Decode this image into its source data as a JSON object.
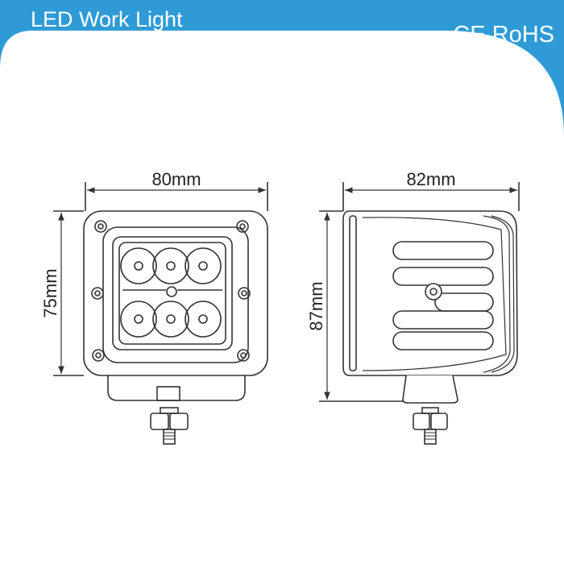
{
  "header": {
    "title": "LED Work Light",
    "certifications": "CE RoHS"
  },
  "front_view": {
    "width_label": "80mm",
    "height_label": "75mm"
  },
  "side_view": {
    "width_label": "82mm",
    "height_label": "87mm"
  },
  "colors": {
    "banner_blue": "#2f9bd6",
    "line": "#333333",
    "text_white": "#ffffff",
    "text_dark": "#222222"
  }
}
